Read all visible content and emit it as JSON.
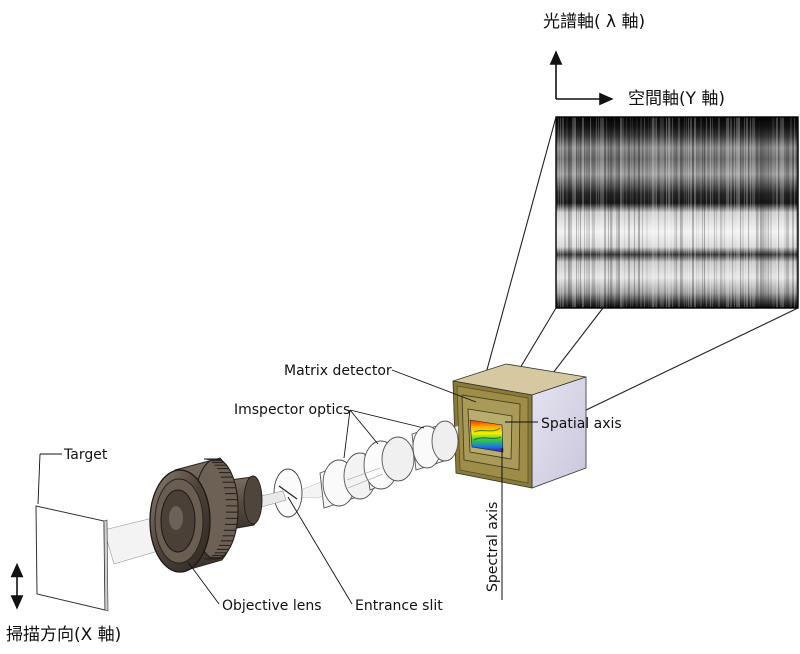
{
  "axes": {
    "spectral_axis_cjk": "光譜軸( λ 軸)",
    "spatial_axis_cjk": "空間軸(Y 軸)",
    "scan_direction_cjk": "掃描方向(X 軸)"
  },
  "labels": {
    "matrix_detector": "Matrix detector",
    "imspector_optics": "Imspector optics",
    "spatial_axis": "Spatial axis",
    "spectral_axis": "Spectral axis",
    "target": "Target",
    "objective_lens": "Objective lens",
    "entrance_slit": "Entrance slit"
  },
  "colors": {
    "detector_face": "#8a7a3a",
    "detector_side": "#d8d6e8",
    "lens_body": "#5a5045",
    "spectrum_image_dark": "#0a0a0a",
    "spectrum_image_bright": "#e6e6e6"
  }
}
